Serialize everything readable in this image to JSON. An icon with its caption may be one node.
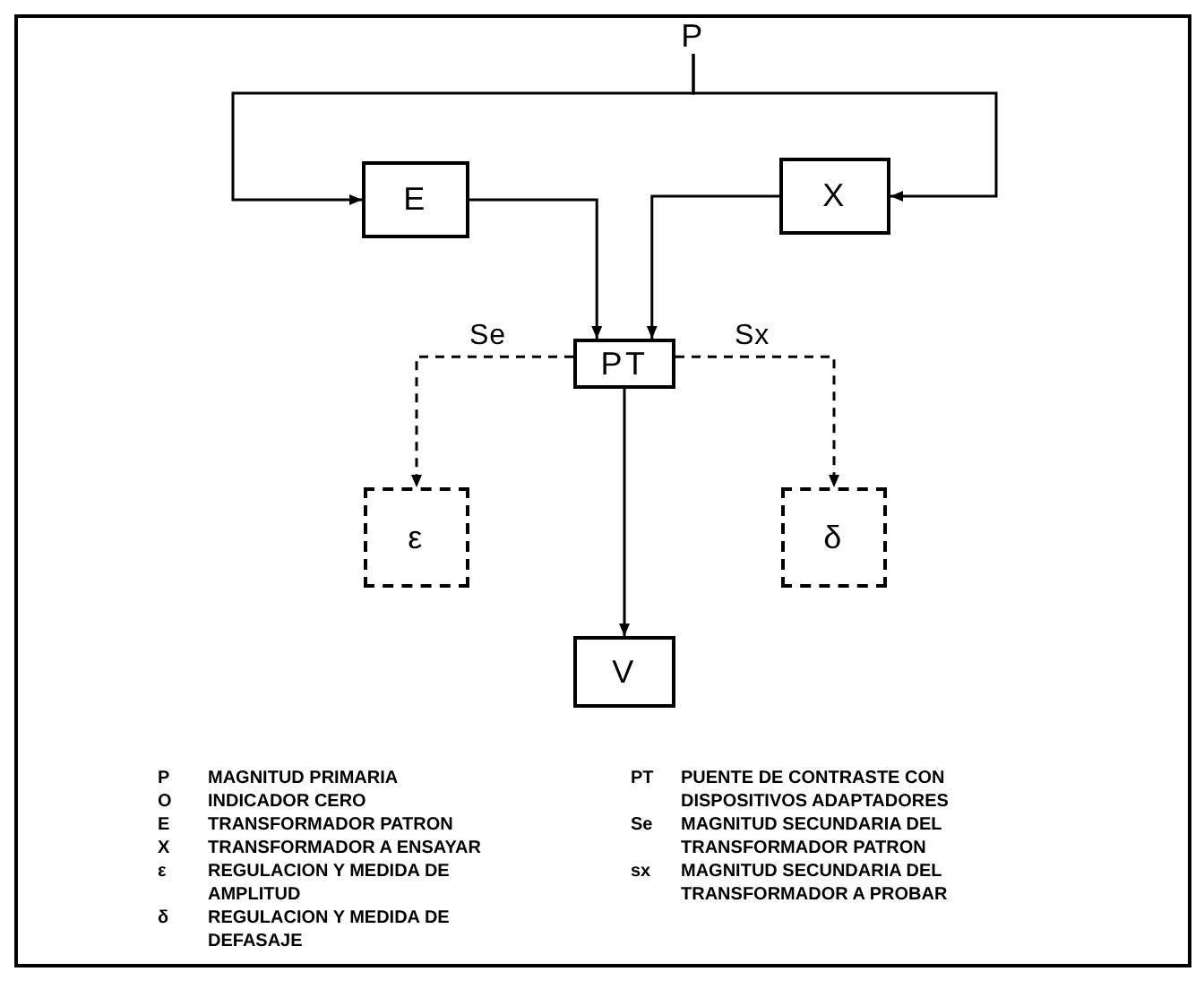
{
  "diagram": {
    "nodes": [
      {
        "text": [
          "P"
        ]
      },
      {
        "text": [
          "E"
        ]
      },
      {
        "text": [
          "X"
        ]
      },
      {
        "text": [
          "PT"
        ]
      },
      {
        "text": [
          "ε"
        ]
      },
      {
        "text": [
          "δ"
        ]
      },
      {
        "text": [
          "V"
        ]
      }
    ],
    "edges": [
      {
        "from": 0,
        "to": 1,
        "arrow": "to"
      },
      {
        "from": 0,
        "to": 2,
        "arrow": "to"
      },
      {
        "from": 1,
        "to": 3,
        "arrow": "to"
      },
      {
        "from": 2,
        "to": 3,
        "arrow": "to"
      },
      {
        "from": 3,
        "to": 4,
        "arrow": "to",
        "label": "Se",
        "style": "dashed"
      },
      {
        "from": 3,
        "to": 5,
        "arrow": "to",
        "label": "Sx",
        "style": "dashed"
      },
      {
        "from": 3,
        "to": 6,
        "arrow": "to"
      }
    ],
    "labels": [
      "P",
      "MAGNITUD PRIMARIA",
      "O",
      "INDICADOR CERO",
      "E",
      "TRANSFORMADOR PATRON",
      "X",
      "TRANSFORMADOR A ENSAYAR",
      "ε",
      "REGULACION Y MEDIDA DE AMPLITUD",
      "δ",
      "REGULACION Y MEDIDA DE DEFASAJE",
      "PT",
      "PUENTE DE CONTRASTE CON DISPOSITIVOS ADAPTADORES",
      "Se",
      "MAGNITUD SECUNDARIA DEL TRANSFORMADOR PATRON",
      "sx",
      "MAGNITUD SECUNDARIA DEL TRANSFORMADOR A PROBAR"
    ]
  }
}
